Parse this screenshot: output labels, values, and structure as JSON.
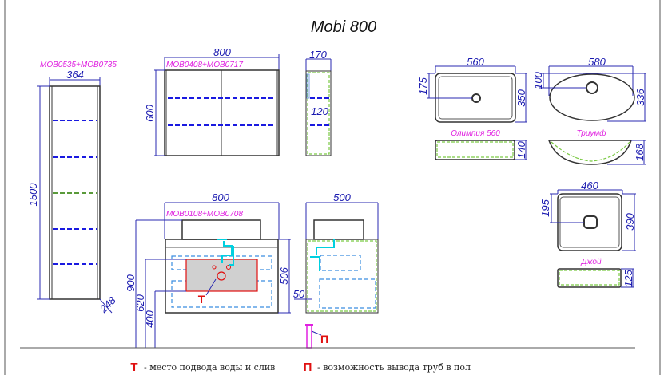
{
  "title": "Mobi 800",
  "tall_cabinet": {
    "code": "MOB0535+MOB0735",
    "width": "364",
    "height": "1500",
    "depth": "248"
  },
  "mirror_cabinet": {
    "code": "MOB0408+MOB0717",
    "width": "800",
    "height": "600",
    "depth": "170",
    "shelf": "120"
  },
  "vanity": {
    "code": "MOB0108+MOB0708",
    "width": "800",
    "height": "506",
    "depth": "500",
    "top_height": "900",
    "h620": "620",
    "h400": "400",
    "leg": "50"
  },
  "sinks": [
    {
      "name": "Олимпия 560",
      "width": "560",
      "depth": "350",
      "drain_offset": "175",
      "height": "140"
    },
    {
      "name": "Триумф",
      "width": "580",
      "depth": "336",
      "drain_offset": "100",
      "height": "168"
    },
    {
      "name": "Джой",
      "width": "460",
      "depth": "390",
      "drain_offset": "195",
      "height": "125"
    }
  ],
  "legend": {
    "t_mark": "Т",
    "t_text": "- место подвода воды и слив",
    "p_mark": "П",
    "p_text": "- возможность вывода труб в пол"
  },
  "colors": {
    "dimension": "#1a1ab0",
    "label": "#e020e0",
    "marker": "#e01010"
  }
}
